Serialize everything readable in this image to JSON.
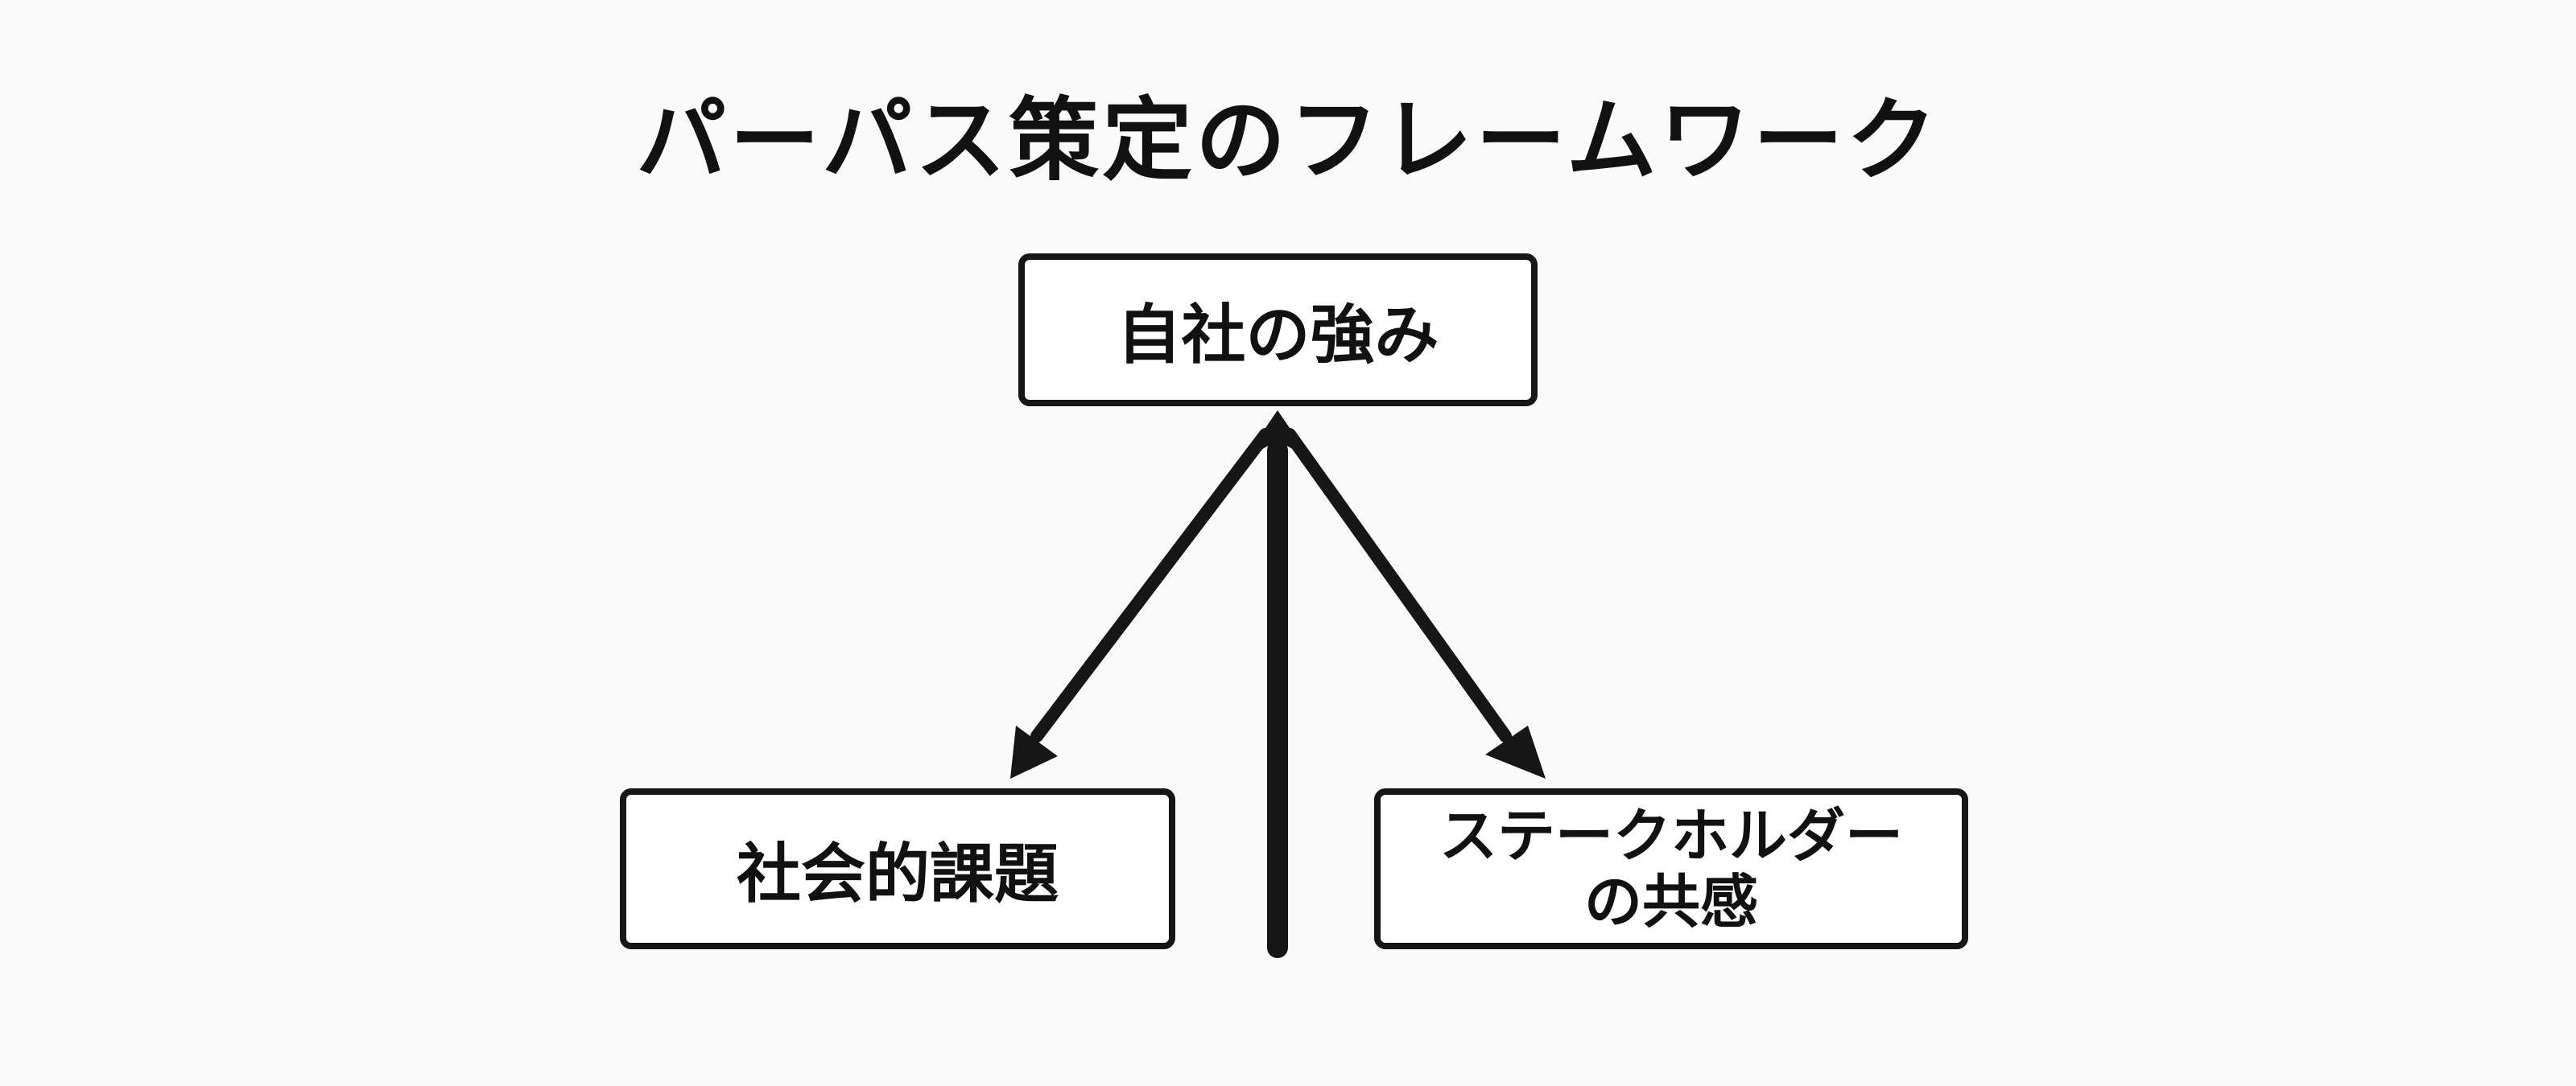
{
  "diagram": {
    "title": "パーパス策定のフレームワーク",
    "nodes": {
      "top": "自社の強み",
      "left": "社会的課題",
      "right_line1": "ステークホルダー",
      "right_line2": "の共感"
    },
    "colors": {
      "background": "#fafafa",
      "stroke": "#161616",
      "box_fill": "#ffffff"
    }
  }
}
